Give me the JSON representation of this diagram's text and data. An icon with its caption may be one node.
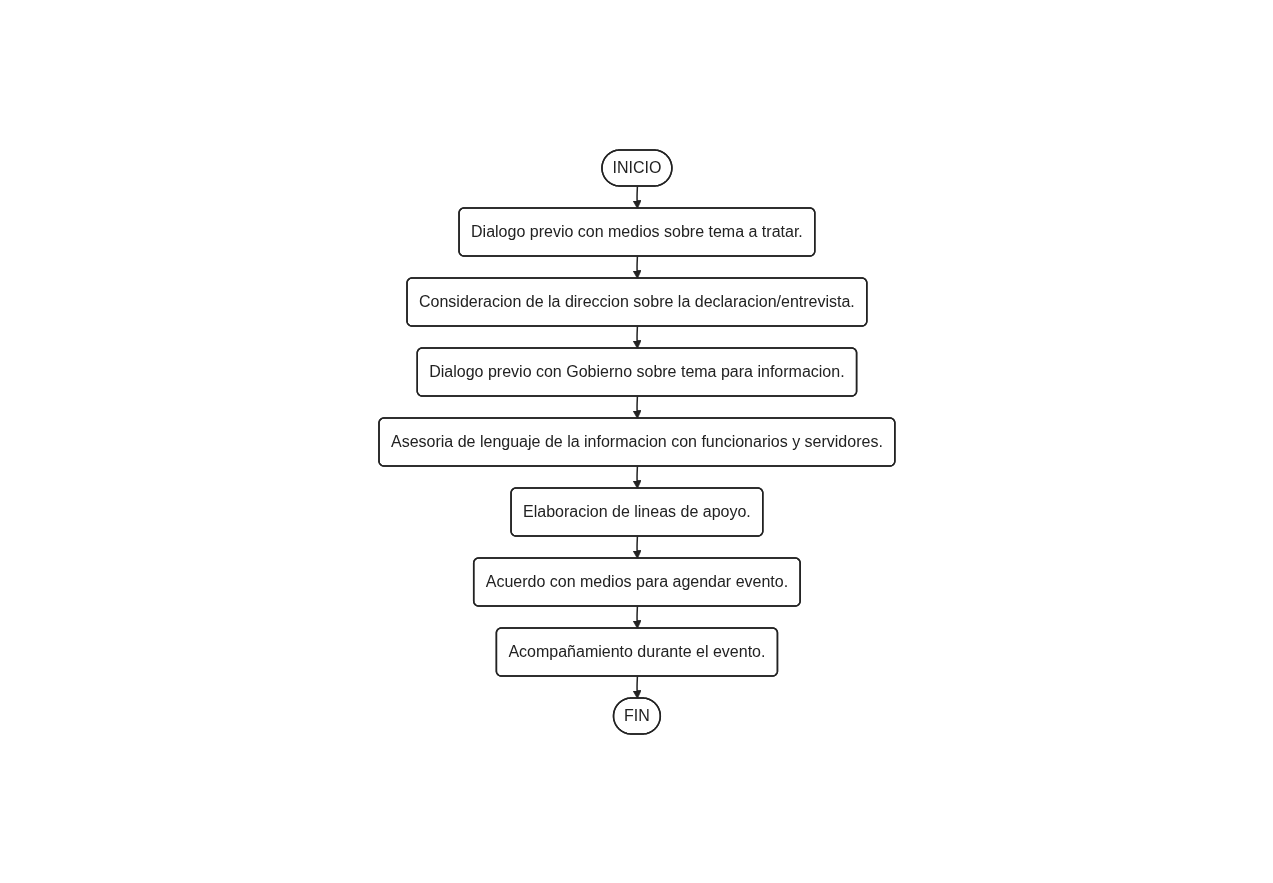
{
  "diagram": {
    "nodes": [
      {
        "text": [
          "INICIO"
        ]
      },
      {
        "text": [
          "Dialogo previo con medios sobre tema a tratar."
        ]
      },
      {
        "text": [
          "Consideracion de la direccion sobre la declaracion/entrevista."
        ]
      },
      {
        "text": [
          "Dialogo previo con Gobierno sobre tema para informacion."
        ]
      },
      {
        "text": [
          "Asesoria de lenguaje de la informacion con funcionarios y servidores."
        ]
      },
      {
        "text": [
          "Elaboracion de lineas de apoyo."
        ]
      },
      {
        "text": [
          "Acuerdo con medios para agendar evento."
        ]
      },
      {
        "text": [
          "Acompañamiento durante el evento."
        ]
      },
      {
        "text": [
          "FIN"
        ]
      }
    ],
    "edges": [
      {
        "from": 0,
        "to": 1,
        "arrow": "to"
      },
      {
        "from": 1,
        "to": 2,
        "arrow": "to"
      },
      {
        "from": 2,
        "to": 3,
        "arrow": "to"
      },
      {
        "from": 3,
        "to": 4,
        "arrow": "to"
      },
      {
        "from": 4,
        "to": 5,
        "arrow": "to"
      },
      {
        "from": 5,
        "to": 6,
        "arrow": "to"
      },
      {
        "from": 6,
        "to": 7,
        "arrow": "to"
      },
      {
        "from": 7,
        "to": 8,
        "arrow": "to"
      }
    ]
  }
}
